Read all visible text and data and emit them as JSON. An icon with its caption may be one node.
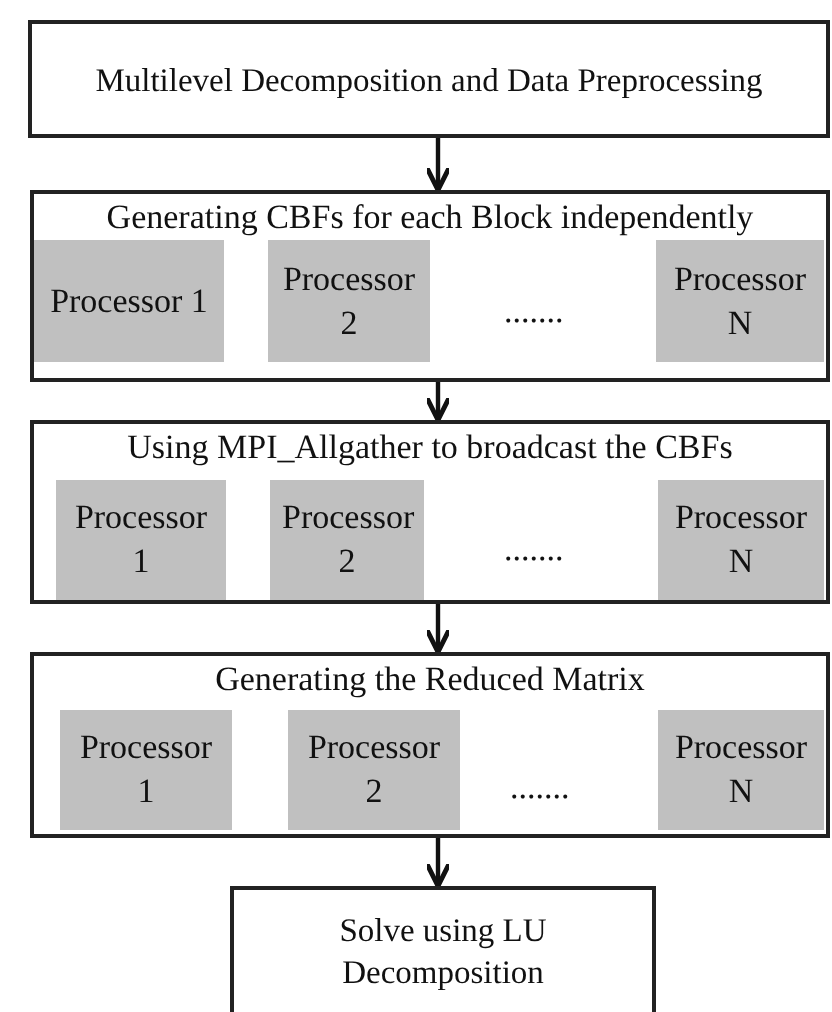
{
  "diagram": {
    "nodes": [
      {
        "text": [
          "Multilevel Decomposition and Data Preprocessing"
        ]
      },
      {
        "text": [
          "Generating CBFs  for each Block independently"
        ]
      },
      {
        "text": [
          "Processor 1"
        ],
        "in": 1
      },
      {
        "text": [
          "Processor 2"
        ],
        "in": 1
      },
      {
        "text": [
          "Processor N"
        ],
        "in": 1
      },
      {
        "text": [
          "Using MPI_Allgather  to broadcast the CBFs"
        ]
      },
      {
        "text": [
          "Processor 1"
        ],
        "in": 5
      },
      {
        "text": [
          "Processor 2"
        ],
        "in": 5
      },
      {
        "text": [
          "Processor N"
        ],
        "in": 5
      },
      {
        "text": [
          "Generating the Reduced Matrix"
        ]
      },
      {
        "text": [
          "Processor 1"
        ],
        "in": 9
      },
      {
        "text": [
          "Processor 2"
        ],
        "in": 9
      },
      {
        "text": [
          "Processor N"
        ],
        "in": 9
      },
      {
        "text": [
          "Solve using LU Decomposition"
        ]
      }
    ],
    "edges": [
      {
        "from": 0,
        "to": 1,
        "arrow": "to"
      },
      {
        "from": 1,
        "to": 5,
        "arrow": "to"
      },
      {
        "from": 5,
        "to": 9,
        "arrow": "to"
      },
      {
        "from": 9,
        "to": 13,
        "arrow": "to"
      }
    ],
    "labels": [
      ".......",
      ".......",
      "......."
    ]
  }
}
